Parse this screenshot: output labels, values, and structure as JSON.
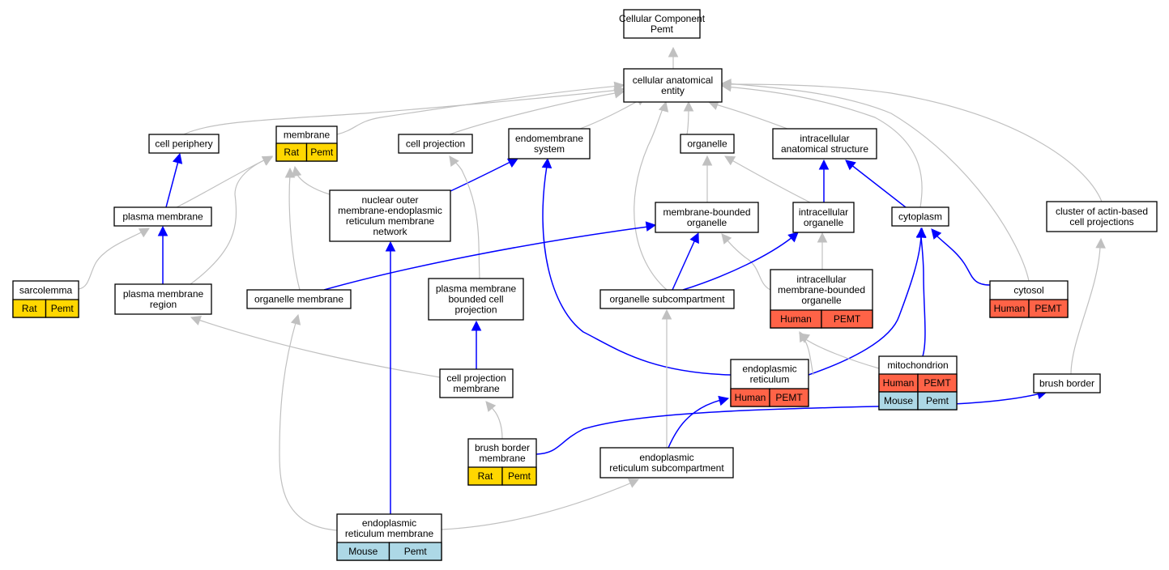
{
  "nodes": [
    {
      "id": "cc",
      "lines": [
        "Cellular Component",
        "Pemt"
      ],
      "annotations": []
    },
    {
      "id": "cae",
      "lines": [
        "cellular anatomical",
        "entity"
      ],
      "annotations": []
    },
    {
      "id": "cellper",
      "lines": [
        "cell periphery"
      ],
      "annotations": []
    },
    {
      "id": "membrane",
      "lines": [
        "membrane"
      ],
      "annotations": [
        {
          "species": "Rat",
          "gene": "Pemt",
          "color": "#ffd700"
        }
      ]
    },
    {
      "id": "cellproj",
      "lines": [
        "cell projection"
      ],
      "annotations": []
    },
    {
      "id": "endosys",
      "lines": [
        "endomembrane",
        "system"
      ],
      "annotations": []
    },
    {
      "id": "organelle",
      "lines": [
        "organelle"
      ],
      "annotations": []
    },
    {
      "id": "ias",
      "lines": [
        "intracellular",
        "anatomical structure"
      ],
      "annotations": []
    },
    {
      "id": "plasmamem",
      "lines": [
        "plasma membrane"
      ],
      "annotations": []
    },
    {
      "id": "nucouter",
      "lines": [
        "nuclear outer",
        "membrane-endoplasmic",
        "reticulum membrane",
        "network"
      ],
      "annotations": []
    },
    {
      "id": "mbo",
      "lines": [
        "membrane-bounded",
        "organelle"
      ],
      "annotations": []
    },
    {
      "id": "intraorg",
      "lines": [
        "intracellular",
        "organelle"
      ],
      "annotations": []
    },
    {
      "id": "cytoplasm",
      "lines": [
        "cytoplasm"
      ],
      "annotations": []
    },
    {
      "id": "actin",
      "lines": [
        "cluster of actin-based",
        "cell projections"
      ],
      "annotations": []
    },
    {
      "id": "sarcolemma",
      "lines": [
        "sarcolemma"
      ],
      "annotations": [
        {
          "species": "Rat",
          "gene": "Pemt",
          "color": "#ffd700"
        }
      ]
    },
    {
      "id": "pmregion",
      "lines": [
        "plasma membrane",
        "region"
      ],
      "annotations": []
    },
    {
      "id": "orgmem",
      "lines": [
        "organelle membrane"
      ],
      "annotations": []
    },
    {
      "id": "pmbcp",
      "lines": [
        "plasma membrane",
        "bounded cell",
        "projection"
      ],
      "annotations": []
    },
    {
      "id": "orgsub",
      "lines": [
        "organelle subcompartment"
      ],
      "annotations": []
    },
    {
      "id": "imbo",
      "lines": [
        "intracellular",
        "membrane-bounded",
        "organelle"
      ],
      "annotations": [
        {
          "species": "Human",
          "gene": "PEMT",
          "color": "#ff6347"
        }
      ]
    },
    {
      "id": "cytosol",
      "lines": [
        "cytosol"
      ],
      "annotations": [
        {
          "species": "Human",
          "gene": "PEMT",
          "color": "#ff6347"
        }
      ]
    },
    {
      "id": "er",
      "lines": [
        "endoplasmic",
        "reticulum"
      ],
      "annotations": [
        {
          "species": "Human",
          "gene": "PEMT",
          "color": "#ff6347"
        }
      ]
    },
    {
      "id": "mito",
      "lines": [
        "mitochondrion"
      ],
      "annotations": [
        {
          "species": "Human",
          "gene": "PEMT",
          "color": "#ff6347"
        },
        {
          "species": "Mouse",
          "gene": "Pemt",
          "color": "#add8e6"
        }
      ]
    },
    {
      "id": "cpm",
      "lines": [
        "cell projection",
        "membrane"
      ],
      "annotations": []
    },
    {
      "id": "brushborder",
      "lines": [
        "brush border"
      ],
      "annotations": []
    },
    {
      "id": "bbm",
      "lines": [
        "brush border",
        "membrane"
      ],
      "annotations": [
        {
          "species": "Rat",
          "gene": "Pemt",
          "color": "#ffd700"
        }
      ]
    },
    {
      "id": "ersub",
      "lines": [
        "endoplasmic",
        "reticulum subcompartment"
      ],
      "annotations": []
    },
    {
      "id": "ermem",
      "lines": [
        "endoplasmic",
        "reticulum membrane"
      ],
      "annotations": [
        {
          "species": "Mouse",
          "gene": "Pemt",
          "color": "#add8e6"
        }
      ]
    }
  ],
  "edges": [
    {
      "from": "cae",
      "to": "cc",
      "kind": "is_a"
    },
    {
      "from": "cellper",
      "to": "cae",
      "kind": "is_a"
    },
    {
      "from": "membrane",
      "to": "cae",
      "kind": "is_a"
    },
    {
      "from": "cellproj",
      "to": "cae",
      "kind": "is_a"
    },
    {
      "from": "endosys",
      "to": "cae",
      "kind": "is_a"
    },
    {
      "from": "organelle",
      "to": "cae",
      "kind": "is_a"
    },
    {
      "from": "ias",
      "to": "cae",
      "kind": "is_a"
    },
    {
      "from": "orgsub",
      "to": "cae",
      "kind": "is_a"
    },
    {
      "from": "cytoplasm",
      "to": "cae",
      "kind": "is_a"
    },
    {
      "from": "cytosol",
      "to": "cae",
      "kind": "is_a"
    },
    {
      "from": "actin",
      "to": "cae",
      "kind": "is_a"
    },
    {
      "from": "plasmamem",
      "to": "cellper",
      "kind": "part_of"
    },
    {
      "from": "plasmamem",
      "to": "membrane",
      "kind": "is_a"
    },
    {
      "from": "pmregion",
      "to": "membrane",
      "kind": "is_a"
    },
    {
      "from": "nucouter",
      "to": "membrane",
      "kind": "is_a"
    },
    {
      "from": "orgmem",
      "to": "membrane",
      "kind": "is_a"
    },
    {
      "from": "nucouter",
      "to": "endosys",
      "kind": "part_of"
    },
    {
      "from": "pmbcp",
      "to": "cellproj",
      "kind": "is_a"
    },
    {
      "from": "mbo",
      "to": "organelle",
      "kind": "is_a"
    },
    {
      "from": "intraorg",
      "to": "organelle",
      "kind": "is_a"
    },
    {
      "from": "intraorg",
      "to": "ias",
      "kind": "part_of"
    },
    {
      "from": "cytoplasm",
      "to": "ias",
      "kind": "part_of"
    },
    {
      "from": "sarcolemma",
      "to": "plasmamem",
      "kind": "is_a"
    },
    {
      "from": "pmregion",
      "to": "plasmamem",
      "kind": "part_of"
    },
    {
      "from": "orgmem",
      "to": "mbo",
      "kind": "part_of"
    },
    {
      "from": "orgsub",
      "to": "mbo",
      "kind": "part_of"
    },
    {
      "from": "imbo",
      "to": "mbo",
      "kind": "is_a"
    },
    {
      "from": "orgsub",
      "to": "intraorg",
      "kind": "part_of"
    },
    {
      "from": "imbo",
      "to": "intraorg",
      "kind": "is_a"
    },
    {
      "from": "er",
      "to": "cytoplasm",
      "kind": "part_of"
    },
    {
      "from": "mito",
      "to": "cytoplasm",
      "kind": "part_of"
    },
    {
      "from": "cytosol",
      "to": "cytoplasm",
      "kind": "part_of"
    },
    {
      "from": "brushborder",
      "to": "actin",
      "kind": "is_a"
    },
    {
      "from": "cpm",
      "to": "pmregion",
      "kind": "is_a"
    },
    {
      "from": "ermem",
      "to": "orgmem",
      "kind": "is_a"
    },
    {
      "from": "cpm",
      "to": "pmbcp",
      "kind": "part_of"
    },
    {
      "from": "er",
      "to": "endosys",
      "kind": "part_of"
    },
    {
      "from": "ermem",
      "to": "nucouter",
      "kind": "part_of"
    },
    {
      "from": "ersub",
      "to": "orgsub",
      "kind": "is_a"
    },
    {
      "from": "er",
      "to": "imbo",
      "kind": "is_a"
    },
    {
      "from": "mito",
      "to": "imbo",
      "kind": "is_a"
    },
    {
      "from": "bbm",
      "to": "cpm",
      "kind": "is_a"
    },
    {
      "from": "bbm",
      "to": "brushborder",
      "kind": "part_of"
    },
    {
      "from": "ersub",
      "to": "er",
      "kind": "part_of"
    },
    {
      "from": "ermem",
      "to": "ersub",
      "kind": "is_a"
    }
  ],
  "colors": {
    "is_a": "#c0c0c0",
    "part_of": "#0000ff",
    "Rat": "#ffd700",
    "Human": "#ff6347",
    "Mouse": "#add8e6"
  }
}
